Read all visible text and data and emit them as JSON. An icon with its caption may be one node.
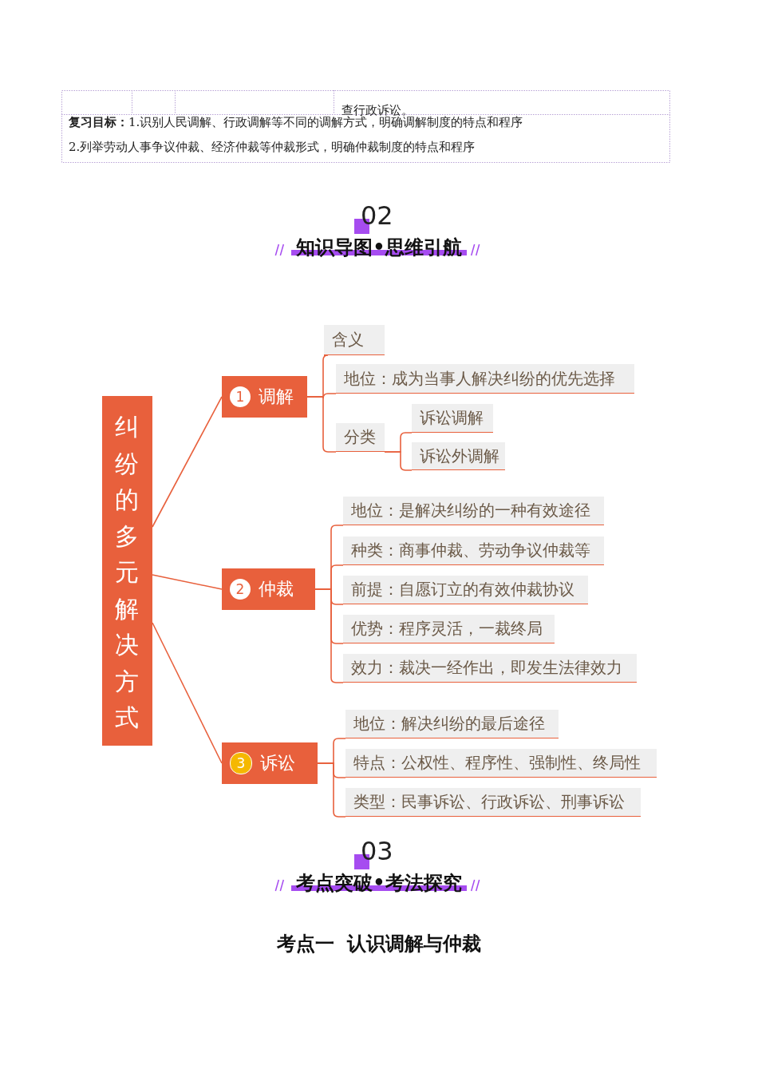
{
  "diagram": {
    "nodes": [
      {
        "text": [
          "纠纷的多元解决方式"
        ]
      },
      {
        "text": [
          "1",
          "调解"
        ]
      },
      {
        "text": [
          "含义"
        ]
      },
      {
        "text": [
          "地位：成为当事人解决纠纷的优先选择"
        ]
      },
      {
        "text": [
          "分类"
        ]
      },
      {
        "text": [
          "诉讼调解"
        ]
      },
      {
        "text": [
          "诉讼外调解"
        ]
      },
      {
        "text": [
          "2",
          "仲裁"
        ]
      },
      {
        "text": [
          "地位：是解决纠纷的一种有效途径"
        ]
      },
      {
        "text": [
          "种类：商事仲裁、劳动争议仲裁等"
        ]
      },
      {
        "text": [
          "前提：自愿订立的有效仲裁协议"
        ]
      },
      {
        "text": [
          "优势：程序灵活，一裁终局"
        ]
      },
      {
        "text": [
          "效力：裁决一经作出，即发生法律效力"
        ]
      },
      {
        "text": [
          "3",
          "诉讼"
        ]
      },
      {
        "text": [
          "地位：解决纠纷的最后途径"
        ]
      },
      {
        "text": [
          "特点：公权性、程序性、强制性、终局性"
        ]
      },
      {
        "text": [
          "类型：民事诉讼、行政诉讼、刑事诉讼"
        ]
      }
    ],
    "edges": [
      {
        "from": 0,
        "to": 1,
        "arrow": "none"
      },
      {
        "from": 0,
        "to": 7,
        "arrow": "none"
      },
      {
        "from": 0,
        "to": 13,
        "arrow": "none"
      },
      {
        "from": 1,
        "to": 2,
        "arrow": "none"
      },
      {
        "from": 1,
        "to": 3,
        "arrow": "none"
      },
      {
        "from": 1,
        "to": 4,
        "arrow": "none"
      },
      {
        "from": 4,
        "to": 5,
        "arrow": "none"
      },
      {
        "from": 4,
        "to": 6,
        "arrow": "none"
      },
      {
        "from": 7,
        "to": 8,
        "arrow": "none"
      },
      {
        "from": 7,
        "to": 9,
        "arrow": "none"
      },
      {
        "from": 7,
        "to": 10,
        "arrow": "none"
      },
      {
        "from": 7,
        "to": 11,
        "arrow": "none"
      },
      {
        "from": 7,
        "to": 12,
        "arrow": "none"
      },
      {
        "from": 13,
        "to": 14,
        "arrow": "none"
      },
      {
        "from": 13,
        "to": 15,
        "arrow": "none"
      },
      {
        "from": 13,
        "to": 16,
        "arrow": "none"
      }
    ],
    "labels": [
      "查行政诉讼。",
      "**复习目标：**1.识别人民调解、行政调解等不同的调解方式，明确调解制度的特点和程序",
      "2.列举劳动人事争议仲裁、经济仲裁等仲裁形式，明确仲裁制度的特点和程序",
      "02",
      "知识导图•思维引航",
      "03",
      "考点突破•考法探究",
      "考点一  认识调解与仲裁"
    ]
  }
}
